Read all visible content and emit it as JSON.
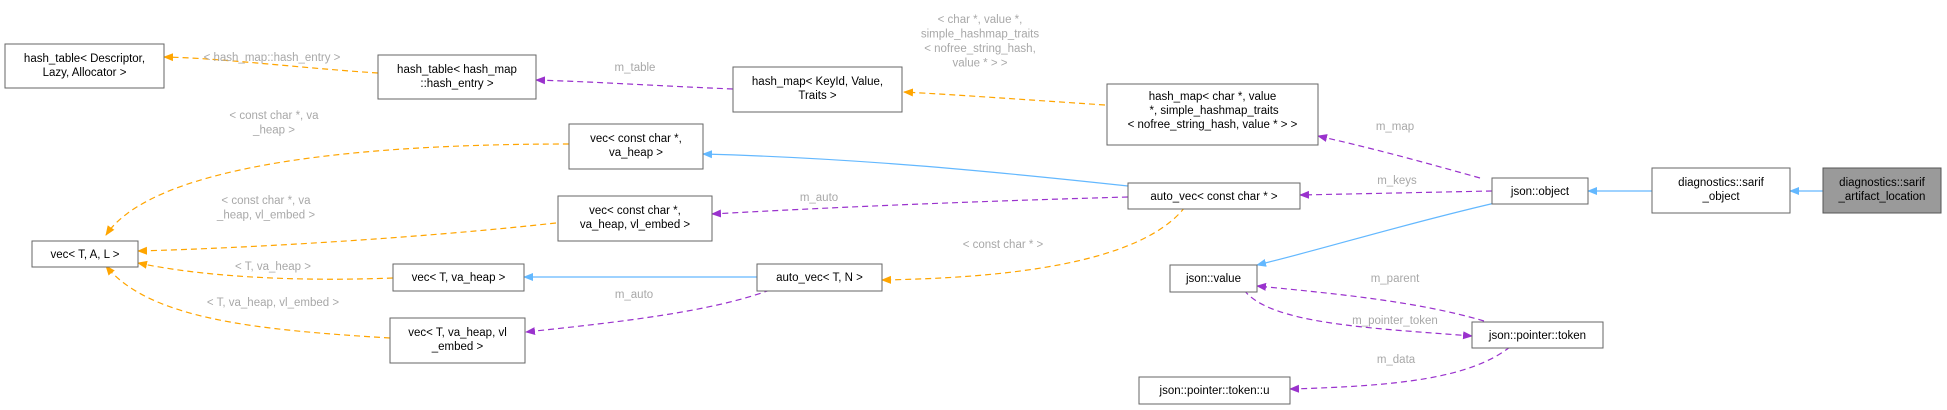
{
  "nodes": {
    "hash_table_desc": {
      "lines": [
        "hash_table< Descriptor,",
        "Lazy, Allocator >"
      ]
    },
    "hash_table_entry": {
      "lines": [
        "hash_table< hash_map",
        "::hash_entry >"
      ]
    },
    "hash_map_keyid": {
      "lines": [
        "hash_map< KeyId, Value,",
        "Traits >"
      ]
    },
    "hash_map_char": {
      "lines": [
        "hash_map< char *, value",
        " *, simple_hashmap_traits",
        "< nofree_string_hash, value * > >"
      ]
    },
    "vec_tal": {
      "lines": [
        "vec< T, A, L >"
      ]
    },
    "vec_cchar_heap": {
      "lines": [
        "vec< const char *,",
        "va_heap >"
      ]
    },
    "vec_cchar_embed": {
      "lines": [
        "vec< const char *,",
        "va_heap, vl_embed >"
      ]
    },
    "vec_t_heap": {
      "lines": [
        "vec< T, va_heap >"
      ]
    },
    "vec_t_embed": {
      "lines": [
        "vec< T, va_heap, vl",
        "_embed >"
      ]
    },
    "auto_vec_cchar": {
      "lines": [
        "auto_vec< const char * >"
      ]
    },
    "auto_vec_tn": {
      "lines": [
        "auto_vec< T, N >"
      ]
    },
    "json_object": {
      "lines": [
        "json::object"
      ]
    },
    "json_value": {
      "lines": [
        "json::value"
      ]
    },
    "json_token": {
      "lines": [
        "json::pointer::token"
      ]
    },
    "json_token_u": {
      "lines": [
        "json::pointer::token::u"
      ]
    },
    "sarif_object": {
      "lines": [
        "diagnostics::sarif",
        "_object"
      ]
    },
    "sarif_artifact_location": {
      "lines": [
        "diagnostics::sarif",
        "_artifact_location"
      ]
    }
  },
  "edge_labels": {
    "hash_entry_tpl": [
      "< hash_map::hash_entry >"
    ],
    "m_table": [
      "m_table"
    ],
    "char_value_tpl": [
      "< char *, value *,",
      "simple_hashmap_traits",
      "< nofree_string_hash,",
      "value * > >"
    ],
    "m_map": [
      "m_map"
    ],
    "m_keys": [
      "m_keys"
    ],
    "m_auto_1": [
      "m_auto"
    ],
    "m_auto_2": [
      "m_auto"
    ],
    "cchar_va_heap_tpl": [
      "< const char *, va",
      "_heap >"
    ],
    "cchar_va_heap_embed_tpl": [
      "< const char *, va",
      "_heap, vl_embed >"
    ],
    "t_va_heap_tpl": [
      "< T, va_heap >"
    ],
    "t_va_heap_embed_tpl": [
      "< T, va_heap, vl_embed >"
    ],
    "cchar_tpl": [
      "< const char * >"
    ],
    "m_parent": [
      "m_parent"
    ],
    "m_pointer_token": [
      "m_pointer_token"
    ],
    "m_data": [
      "m_data"
    ]
  },
  "colors": {
    "inheritance_edge": "#63b8ff",
    "usage_edge": "#9a32cd",
    "template_edge": "#ffa500",
    "focus_node_fill": "#9a9a9a",
    "edge_label_text": "#a8a8a8"
  }
}
